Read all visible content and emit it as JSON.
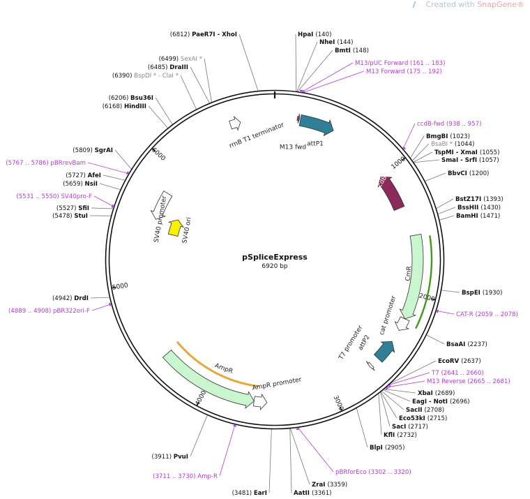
{
  "watermark": {
    "prefix": "Created with ",
    "brand": "SnapGene®"
  },
  "plasmid": {
    "name": "pSpliceExpress",
    "size_label": "6920 bp",
    "length_bp": 6920
  },
  "tick_labels": [
    {
      "text": "1000",
      "bp": 1000
    },
    {
      "text": "2000",
      "bp": 2000
    },
    {
      "text": "3000",
      "bp": 3000
    },
    {
      "text": "4000",
      "bp": 4000
    },
    {
      "text": "5000",
      "bp": 5000
    },
    {
      "text": "6000",
      "bp": 6000
    }
  ],
  "features": [
    {
      "name": "ccdB",
      "start": 1300,
      "end": 1000,
      "color": "#8c2a5b",
      "show_label": true
    },
    {
      "name": "CmR",
      "start": 1540,
      "end": 2200,
      "color": "#c9f5cf",
      "show_label": true
    },
    {
      "name": "cat promoter",
      "start": 2200,
      "end": 2300,
      "color": "#ffffff",
      "show_label": true
    },
    {
      "name": "attP2",
      "start": 2570,
      "end": 2400,
      "color": "#2f7f96",
      "show_label": true
    },
    {
      "name": "T7 promoter",
      "start": 2641,
      "end": 2660,
      "color": "#ffffff",
      "show_label": true
    },
    {
      "name": "AmpR",
      "start": 4400,
      "end": 3620,
      "color": "#c9f5cf",
      "show_label": true
    },
    {
      "name": "AmpR promoter",
      "start": 3620,
      "end": 3520,
      "color": "#ffffff",
      "show_label": true
    },
    {
      "name": "SV40 promoter",
      "start": 5800,
      "end": 5550,
      "color": "#ffffff",
      "show_label": true
    },
    {
      "name": "SV40 ori",
      "start": 5450,
      "end": 5620,
      "color": "#f7f000",
      "show_label": true
    },
    {
      "name": "rrnB T1 terminator",
      "start": 6570,
      "end": 6650,
      "color": "#ffffff",
      "show_label": true
    },
    {
      "name": "M13 fwd",
      "start": 175,
      "end": 192,
      "color": "#9c2a9c",
      "show_label": true
    },
    {
      "name": "attP1",
      "start": 200,
      "end": 470,
      "color": "#2f7f96",
      "show_label": true
    }
  ],
  "sites": [
    {
      "name": "PaeR7I",
      "name2": "XhoI",
      "pos": "(6812)",
      "bp": 6812,
      "kind": "enzyme"
    },
    {
      "name": "SexAI *",
      "pos": "(6499)",
      "bp": 6499,
      "kind": "enzyme_gray"
    },
    {
      "name": "DraIII",
      "pos": "(6485)",
      "bp": 6485,
      "kind": "enzyme"
    },
    {
      "name": "BspDI * - ClaI *",
      "pos": "(6390)",
      "bp": 6390,
      "kind": "enzyme_gray"
    },
    {
      "name": "Bsu36I",
      "pos": "(6206)",
      "bp": 6206,
      "kind": "enzyme"
    },
    {
      "name": "HindIII",
      "pos": "(6168)",
      "bp": 6168,
      "kind": "enzyme"
    },
    {
      "name": "SgrAI",
      "pos": "(5809)",
      "bp": 5809,
      "kind": "enzyme"
    },
    {
      "name": "pBRrevBam",
      "pos": "(5767 .. 5786)",
      "bp": 5776,
      "kind": "primer"
    },
    {
      "name": "AfeI",
      "pos": "(5727)",
      "bp": 5727,
      "kind": "enzyme"
    },
    {
      "name": "NsiI",
      "pos": "(5659)",
      "bp": 5659,
      "kind": "enzyme"
    },
    {
      "name": "SV40pro-F",
      "pos": "(5531 .. 5550)",
      "bp": 5540,
      "kind": "primer"
    },
    {
      "name": "SfiI",
      "pos": "(5527)",
      "bp": 5527,
      "kind": "enzyme"
    },
    {
      "name": "StuI",
      "pos": "(5478)",
      "bp": 5478,
      "kind": "enzyme"
    },
    {
      "name": "DrdI",
      "pos": "(4942)",
      "bp": 4942,
      "kind": "enzyme"
    },
    {
      "name": "pBR322ori-F",
      "pos": "(4889 .. 4908)",
      "bp": 4898,
      "kind": "primer"
    },
    {
      "name": "PvuI",
      "pos": "(3911)",
      "bp": 3911,
      "kind": "enzyme"
    },
    {
      "name": "Amp-R",
      "pos": "(3711 .. 3730)",
      "bp": 3720,
      "kind": "primer"
    },
    {
      "name": "EarI",
      "pos": "(3481)",
      "bp": 3481,
      "kind": "enzyme"
    },
    {
      "name": "AatII",
      "pos": "(3361)",
      "bp": 3361,
      "kind": "enzyme"
    },
    {
      "name": "ZraI",
      "pos": "(3359)",
      "bp": 3359,
      "kind": "enzyme"
    },
    {
      "name": "pBRforEco",
      "pos": "(3302 .. 3320)",
      "bp": 3311,
      "kind": "primer"
    },
    {
      "name": "BlpI",
      "pos": "(2905)",
      "bp": 2905,
      "kind": "enzyme"
    },
    {
      "name": "KflI",
      "pos": "(2732)",
      "bp": 2732,
      "kind": "enzyme"
    },
    {
      "name": "SacI",
      "pos": "(2717)",
      "bp": 2717,
      "kind": "enzyme"
    },
    {
      "name": "Eco53kI",
      "pos": "(2715)",
      "bp": 2715,
      "kind": "enzyme"
    },
    {
      "name": "SacII",
      "pos": "(2708)",
      "bp": 2708,
      "kind": "enzyme"
    },
    {
      "name": "EagI - NotI",
      "pos": "(2696)",
      "bp": 2696,
      "kind": "enzyme"
    },
    {
      "name": "XbaI",
      "pos": "(2689)",
      "bp": 2689,
      "kind": "enzyme"
    },
    {
      "name": "M13 Reverse",
      "pos": "(2665 .. 2681)",
      "bp": 2673,
      "kind": "primer"
    },
    {
      "name": "T7",
      "pos": "(2641 .. 2660)",
      "bp": 2650,
      "kind": "primer"
    },
    {
      "name": "EcoRV",
      "pos": "(2637)",
      "bp": 2637,
      "kind": "enzyme"
    },
    {
      "name": "BsaAI",
      "pos": "(2237)",
      "bp": 2237,
      "kind": "enzyme"
    },
    {
      "name": "CAT-R",
      "pos": "(2059 .. 2078)",
      "bp": 2068,
      "kind": "primer"
    },
    {
      "name": "BspEI",
      "pos": "(1930)",
      "bp": 1930,
      "kind": "enzyme"
    },
    {
      "name": "BamHI",
      "pos": "(1471)",
      "bp": 1471,
      "kind": "enzyme"
    },
    {
      "name": "BssHII",
      "pos": "(1430)",
      "bp": 1430,
      "kind": "enzyme"
    },
    {
      "name": "BstZ17I",
      "pos": "(1393)",
      "bp": 1393,
      "kind": "enzyme"
    },
    {
      "name": "BbvCI",
      "pos": "(1200)",
      "bp": 1200,
      "kind": "enzyme"
    },
    {
      "name": "SmaI - SrfI",
      "pos": "(1057)",
      "bp": 1057,
      "kind": "enzyme"
    },
    {
      "name": "TspMI - XmaI",
      "pos": "(1055)",
      "bp": 1055,
      "kind": "enzyme"
    },
    {
      "name": "BsaBI *",
      "pos": "(1044)",
      "bp": 1044,
      "kind": "enzyme_gray"
    },
    {
      "name": "BmgBI",
      "pos": "(1023)",
      "bp": 1023,
      "kind": "enzyme"
    },
    {
      "name": "ccdB-fwd",
      "pos": "(938 .. 957)",
      "bp": 947,
      "kind": "primer"
    },
    {
      "name": "M13 Forward",
      "pos": "(175 .. 192)",
      "bp": 183,
      "kind": "primer"
    },
    {
      "name": "M13/pUC Forward",
      "pos": "(161 .. 183)",
      "bp": 172,
      "kind": "primer"
    },
    {
      "name": "BmtI",
      "pos": "(148)",
      "bp": 148,
      "kind": "enzyme"
    },
    {
      "name": "NheI",
      "pos": "(144)",
      "bp": 144,
      "kind": "enzyme"
    },
    {
      "name": "HpaI",
      "pos": "(140)",
      "bp": 140,
      "kind": "enzyme"
    }
  ],
  "colors": {
    "primer": "#b13bd6",
    "enzyme": "#111111",
    "enzyme_gray": "#8a8a8a",
    "backbone": "#111111",
    "leader": "#555555"
  }
}
